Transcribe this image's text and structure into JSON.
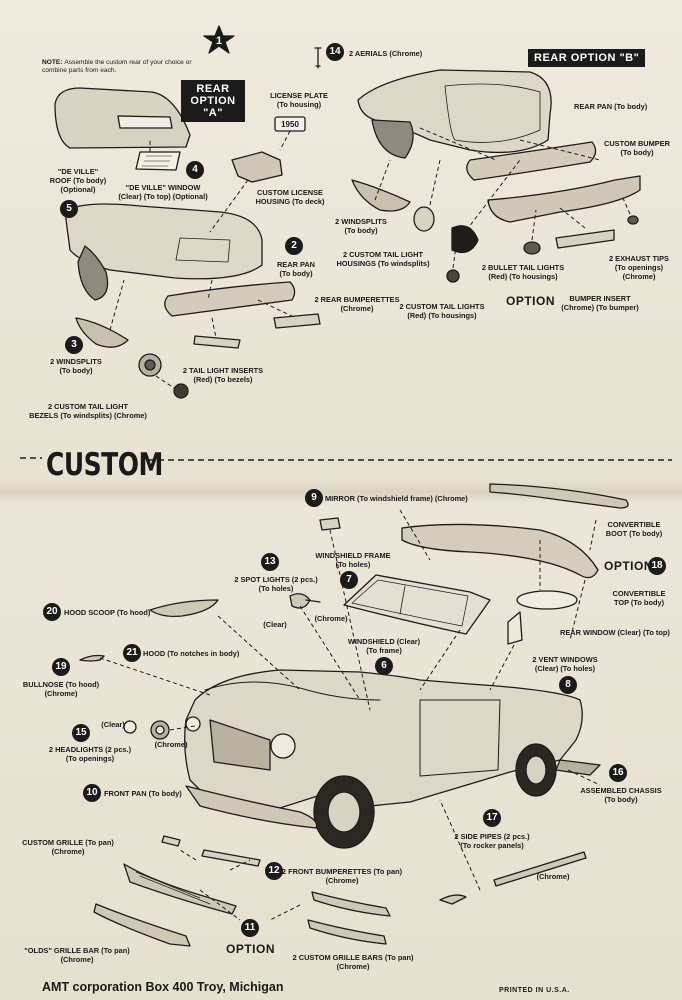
{
  "step_number": "1",
  "note": {
    "label": "NOTE:",
    "text": "Assemble the custom rear of your choice or combine parts from each."
  },
  "rear_option_a": {
    "line1": "REAR",
    "line2": "OPTION \"A\""
  },
  "rear_option_b": "REAR OPTION \"B\"",
  "section_heading": "CUSTOM",
  "option_word": "OPTION",
  "badges": {
    "b1": "1",
    "b2": "2",
    "b3": "3",
    "b4": "4",
    "b5": "5",
    "b6": "6",
    "b7": "7",
    "b8": "8",
    "b9": "9",
    "b10": "10",
    "b11": "11",
    "b12": "12",
    "b13": "13",
    "b14": "14",
    "b15": "15",
    "b16": "16",
    "b17": "17",
    "b18": "18",
    "b19": "19",
    "b20": "20",
    "b21": "21"
  },
  "labels": {
    "aerials": "2 AERIALS (Chrome)",
    "license_plate": [
      "LICENSE PLATE",
      "(To housing)"
    ],
    "plate_text": "1950",
    "deville_roof": [
      "\"DE VILLE\"",
      "ROOF (To body)",
      "(Optional)"
    ],
    "deville_window": [
      "\"DE VILLE\" WINDOW",
      "(Clear) (To top) (Optional)"
    ],
    "custom_license_housing": [
      "CUSTOM LICENSE",
      "HOUSING (To deck)"
    ],
    "rear_pan_a": [
      "REAR PAN",
      "(To body)"
    ],
    "rear_bumperettes": [
      "2 REAR BUMPERETTES",
      "(Chrome)"
    ],
    "windsplits_a": [
      "2 WINDSPLITS",
      "(To body)"
    ],
    "tail_light_inserts": [
      "2 TAIL LIGHT INSERTS",
      "(Red) (To bezels)"
    ],
    "tail_light_bezels": [
      "2 CUSTOM TAIL LIGHT",
      "BEZELS (To windsplits) (Chrome)"
    ],
    "rear_pan_b": "REAR PAN (To body)",
    "custom_bumper": [
      "CUSTOM BUMPER",
      "(To body)"
    ],
    "windsplits_b": [
      "2 WINDSPLITS",
      "(To body)"
    ],
    "tail_light_housings": [
      "2 CUSTOM TAIL LIGHT",
      "HOUSINGS (To windsplits)"
    ],
    "bullet_tail_lights": [
      "2 BULLET TAIL LIGHTS",
      "(Red) (To housings)"
    ],
    "custom_tail_lights": [
      "2 CUSTOM TAIL LIGHTS",
      "(Red) (To housings)"
    ],
    "exhaust_tips": [
      "2 EXHAUST TIPS",
      "(To openings)",
      "(Chrome)"
    ],
    "bumper_insert": [
      "BUMPER INSERT",
      "(Chrome) (To bumper)"
    ],
    "mirror": "MIRROR (To windshield frame) (Chrome)",
    "convertible_boot": [
      "CONVERTIBLE",
      "BOOT (To body)"
    ],
    "windshield_frame": [
      "WINDSHIELD FRAME",
      "(To holes)"
    ],
    "spot_lights": [
      "2 SPOT LIGHTS (2 pcs.)",
      "(To holes)"
    ],
    "clear": "(Clear)",
    "chrome": "(Chrome)",
    "convertible_top": [
      "CONVERTIBLE",
      "TOP (To body)"
    ],
    "hood_scoop": "HOOD SCOOP (To hood)",
    "windshield": [
      "WINDSHIELD (Clear)",
      "(To frame)"
    ],
    "rear_window": "REAR WINDOW (Clear) (To top)",
    "hood": "HOOD (To notches in body)",
    "vent_windows": [
      "2 VENT WINDOWS",
      "(Clear) (To holes)"
    ],
    "bullnose": [
      "BULLNOSE (To hood)",
      "(Chrome)"
    ],
    "headlights": [
      "2 HEADLIGHTS (2 pcs.)",
      "(To openings)"
    ],
    "front_pan": "FRONT PAN (To body)",
    "assembled_chassis": [
      "ASSEMBLED CHASSIS",
      "(To body)"
    ],
    "side_pipes": [
      "2 SIDE PIPES (2 pcs.)",
      "(To rocker panels)"
    ],
    "custom_grille": [
      "CUSTOM GRILLE (To pan)",
      "(Chrome)"
    ],
    "front_bumperettes": [
      "2 FRONT BUMPERETTES (To pan)",
      "(Chrome)"
    ],
    "olds_grille_bar": [
      "\"OLDS\" GRILLE BAR (To pan)",
      "(Chrome)"
    ],
    "custom_grille_bars": [
      "2 CUSTOM GRILLE BARS (To pan)",
      "(Chrome)"
    ]
  },
  "footer": {
    "company": "AMT corporation Box 400 Troy, Michigan",
    "printed": "PRINTED IN U.S.A."
  }
}
